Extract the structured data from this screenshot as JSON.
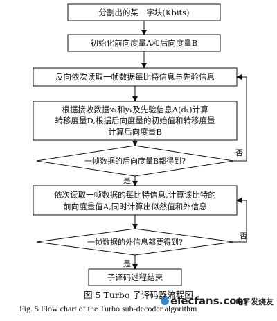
{
  "flowchart": {
    "step_split": "分割出的某一字块(Kbits)",
    "step_init": "初始化前向度量A和后向度量B",
    "step_backward_read": "反向依次读取一帧数据每比特信息与先验信息",
    "step_compute_b": [
      "根据接收数据xₖ和yₖ及先验信息Λ(dₖ)计算",
      "转移度量D,根据后向度量的初始值和转移度量",
      "计算后向度量B"
    ],
    "decision_b": "一帧数据的后向度量B都得到?",
    "step_forward_read": [
      "依次读取一帧数据的每比特信息,计算该比特的",
      "前向度量值A,同时计算出似然值和外信息"
    ],
    "decision_extrinsic": "一帧数据的外信息都要得到?",
    "step_end": "子译码过程结束",
    "label_yes": "是",
    "label_no": "否"
  },
  "caption": {
    "cn": "图 5  Turbo 子译码器流程图",
    "en": "Fig. 5    Flow chart of the Turbo sub-decoder algorithm"
  },
  "watermark": {
    "logo": "elecfans.com",
    "cn": "电子发烧友"
  }
}
